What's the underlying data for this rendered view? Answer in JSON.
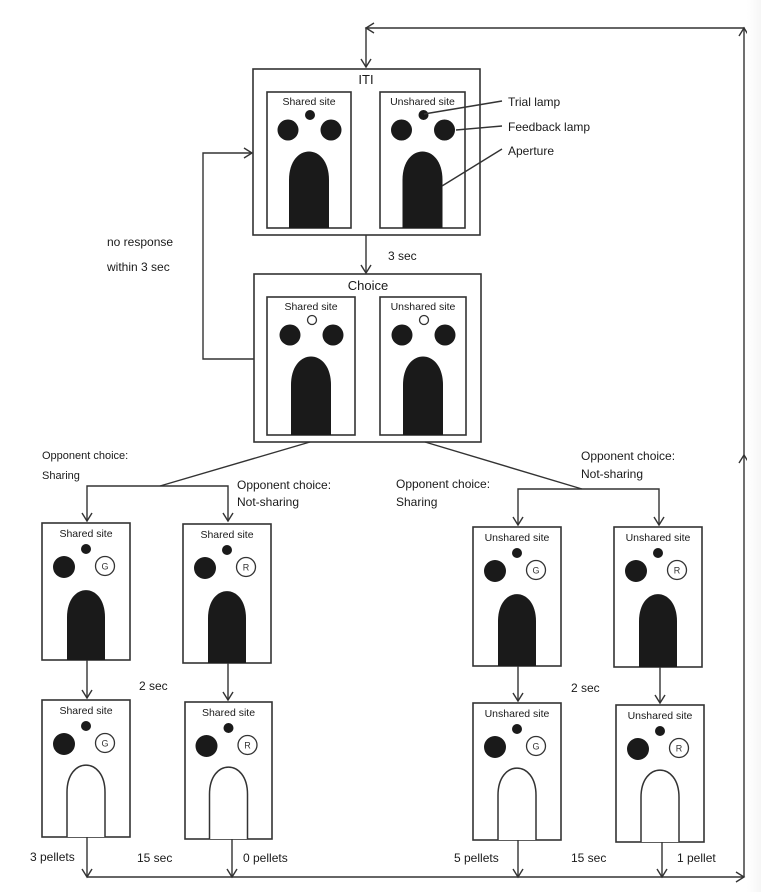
{
  "stages": {
    "iti": {
      "title": "ITI",
      "sites": [
        {
          "label": "Shared site",
          "trial_lamp": "on",
          "left_lamp": "on",
          "right_lamp": "on",
          "aperture": "closed"
        },
        {
          "label": "Unshared site",
          "trial_lamp": "on",
          "left_lamp": "on",
          "right_lamp": "on",
          "aperture": "closed"
        }
      ]
    },
    "choice": {
      "title": "Choice",
      "sites": [
        {
          "label": "Shared site",
          "trial_lamp": "off",
          "left_lamp": "on",
          "right_lamp": "on",
          "aperture": "closed"
        },
        {
          "label": "Unshared site",
          "trial_lamp": "off",
          "left_lamp": "on",
          "right_lamp": "on",
          "aperture": "closed"
        }
      ]
    }
  },
  "callouts": {
    "trial_lamp": "Trial lamp",
    "feedback_lamp": "Feedback lamp",
    "aperture": "Aperture"
  },
  "annotations": {
    "iti_to_choice": "3 sec",
    "no_response_line1": "no response",
    "no_response_line2": "within 3 sec",
    "feedback_delay_left": "2 sec",
    "feedback_delay_right": "2 sec",
    "reward_delay_left": "15 sec",
    "reward_delay_right": "15 sec"
  },
  "branches": {
    "left_sharing_line1": "Opponent choice:",
    "left_sharing_line2": "Sharing",
    "left_notsharing_line1": "Opponent choice:",
    "left_notsharing_line2": "Not-sharing",
    "right_sharing_line1": "Opponent choice:",
    "right_sharing_line2": "Sharing",
    "right_notsharing_line1": "Opponent choice:",
    "right_notsharing_line2": "Not-sharing"
  },
  "outcomes": [
    {
      "site": "Shared site",
      "feedback_letter": "G",
      "feedback_color": "green",
      "pellets": "3 pellets"
    },
    {
      "site": "Shared site",
      "feedback_letter": "R",
      "feedback_color": "red",
      "pellets": "0 pellets"
    },
    {
      "site": "Unshared site",
      "feedback_letter": "G",
      "feedback_color": "green",
      "pellets": "5 pellets"
    },
    {
      "site": "Unshared site",
      "feedback_letter": "R",
      "feedback_color": "red",
      "pellets": "1 pellet"
    }
  ]
}
